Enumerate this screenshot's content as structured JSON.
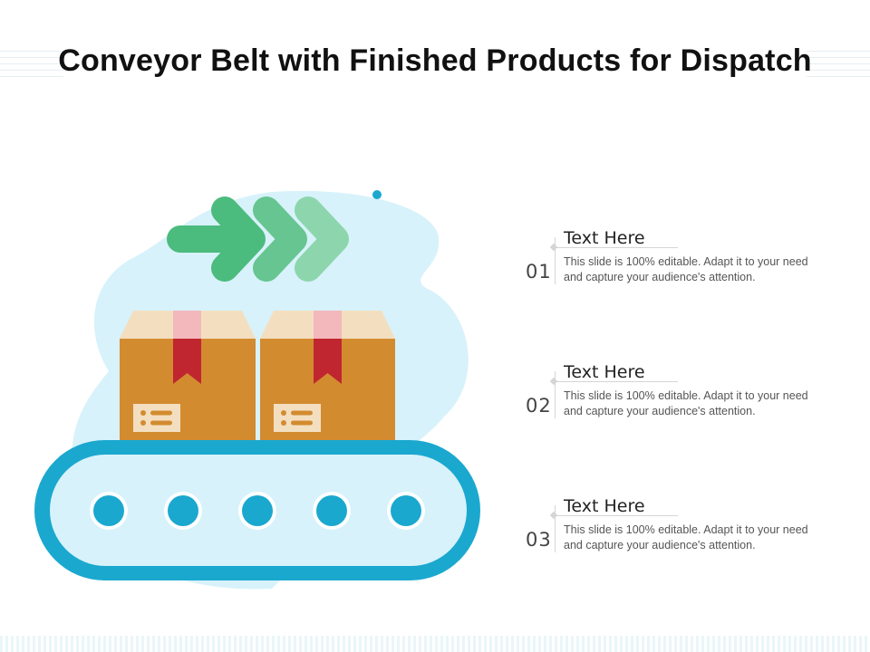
{
  "slide": {
    "title": "Conveyor Belt with Finished Products for Dispatch"
  },
  "colors": {
    "accent_blue": "#1aa8cf",
    "light_blue": "#d7f2fa",
    "arrow_dark": "#4cbb7e",
    "arrow_mid": "#66c590",
    "arrow_light": "#8dd6ad",
    "box_body": "#d38b30",
    "box_lid": "#f3dfc0",
    "ribbon": "#c0262f",
    "ribbon_light": "#f2b8bc"
  },
  "steps": [
    {
      "number": "01",
      "heading": "Text Here",
      "description": "This slide is 100% editable. Adapt it to your need and capture your audience's attention."
    },
    {
      "number": "02",
      "heading": "Text Here",
      "description": "This slide is 100% editable. Adapt it to your need and capture your audience's attention."
    },
    {
      "number": "03",
      "heading": "Text Here",
      "description": "This slide is 100% editable. Adapt it to your need and capture your audience's attention."
    }
  ],
  "icons": [
    "arrow-right-icon",
    "cardboard-box-icon",
    "conveyor-belt-icon",
    "roller-icon"
  ]
}
